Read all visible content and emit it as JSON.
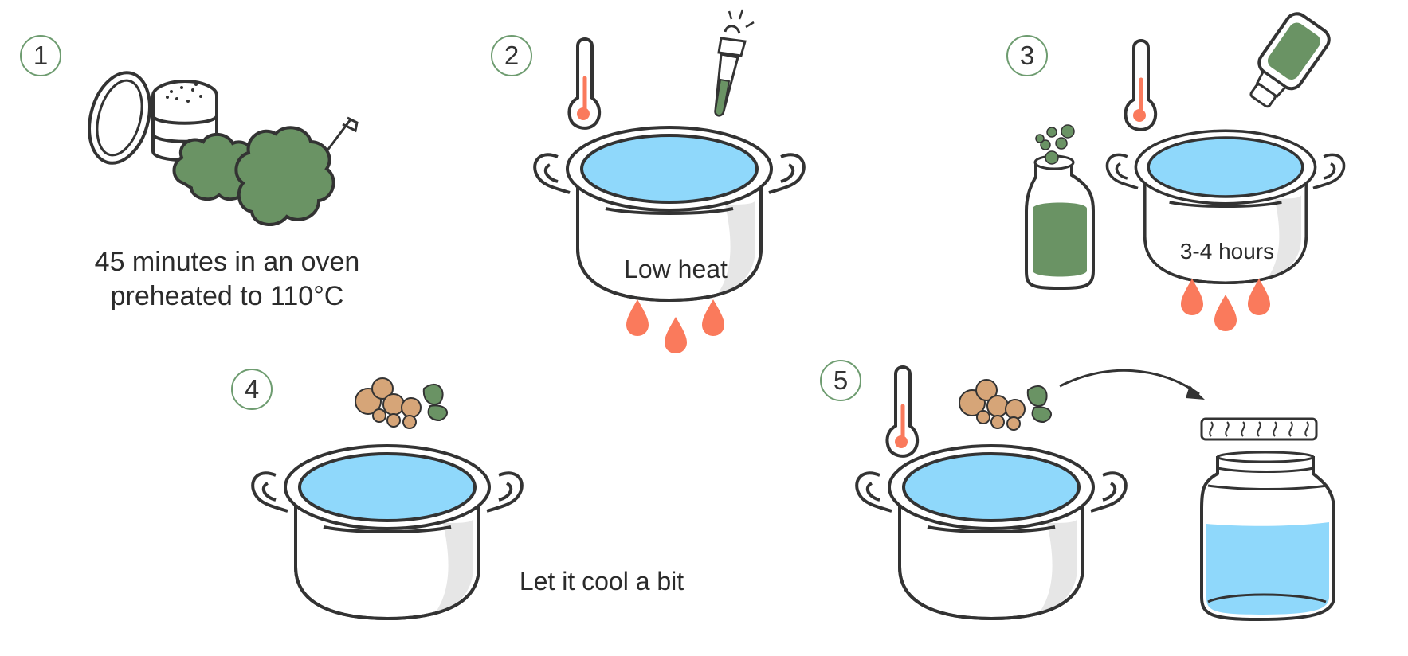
{
  "steps": [
    {
      "number": "1",
      "caption_line1": "45 minutes in an oven",
      "caption_line2": "preheated to 110°C"
    },
    {
      "number": "2",
      "caption": "Low heat"
    },
    {
      "number": "3",
      "caption": "3-4 hours"
    },
    {
      "number": "4",
      "caption": "Let it cool a bit"
    },
    {
      "number": "5"
    }
  ],
  "colors": {
    "outline": "#333333",
    "water": "#8fd8fb",
    "flame": "#fa7a5c",
    "herb": "#6a9364",
    "nut": "#d6a578",
    "badge_border": "#6e9c70",
    "pot_shade": "#e6e6e6"
  },
  "icons": [
    "grinder-icon",
    "herb-bud-icon",
    "thermometer-icon",
    "dropper-icon",
    "pot-icon",
    "flame-icon",
    "oil-bottle-icon",
    "nuts-icon",
    "arrow-icon",
    "jar-icon"
  ]
}
